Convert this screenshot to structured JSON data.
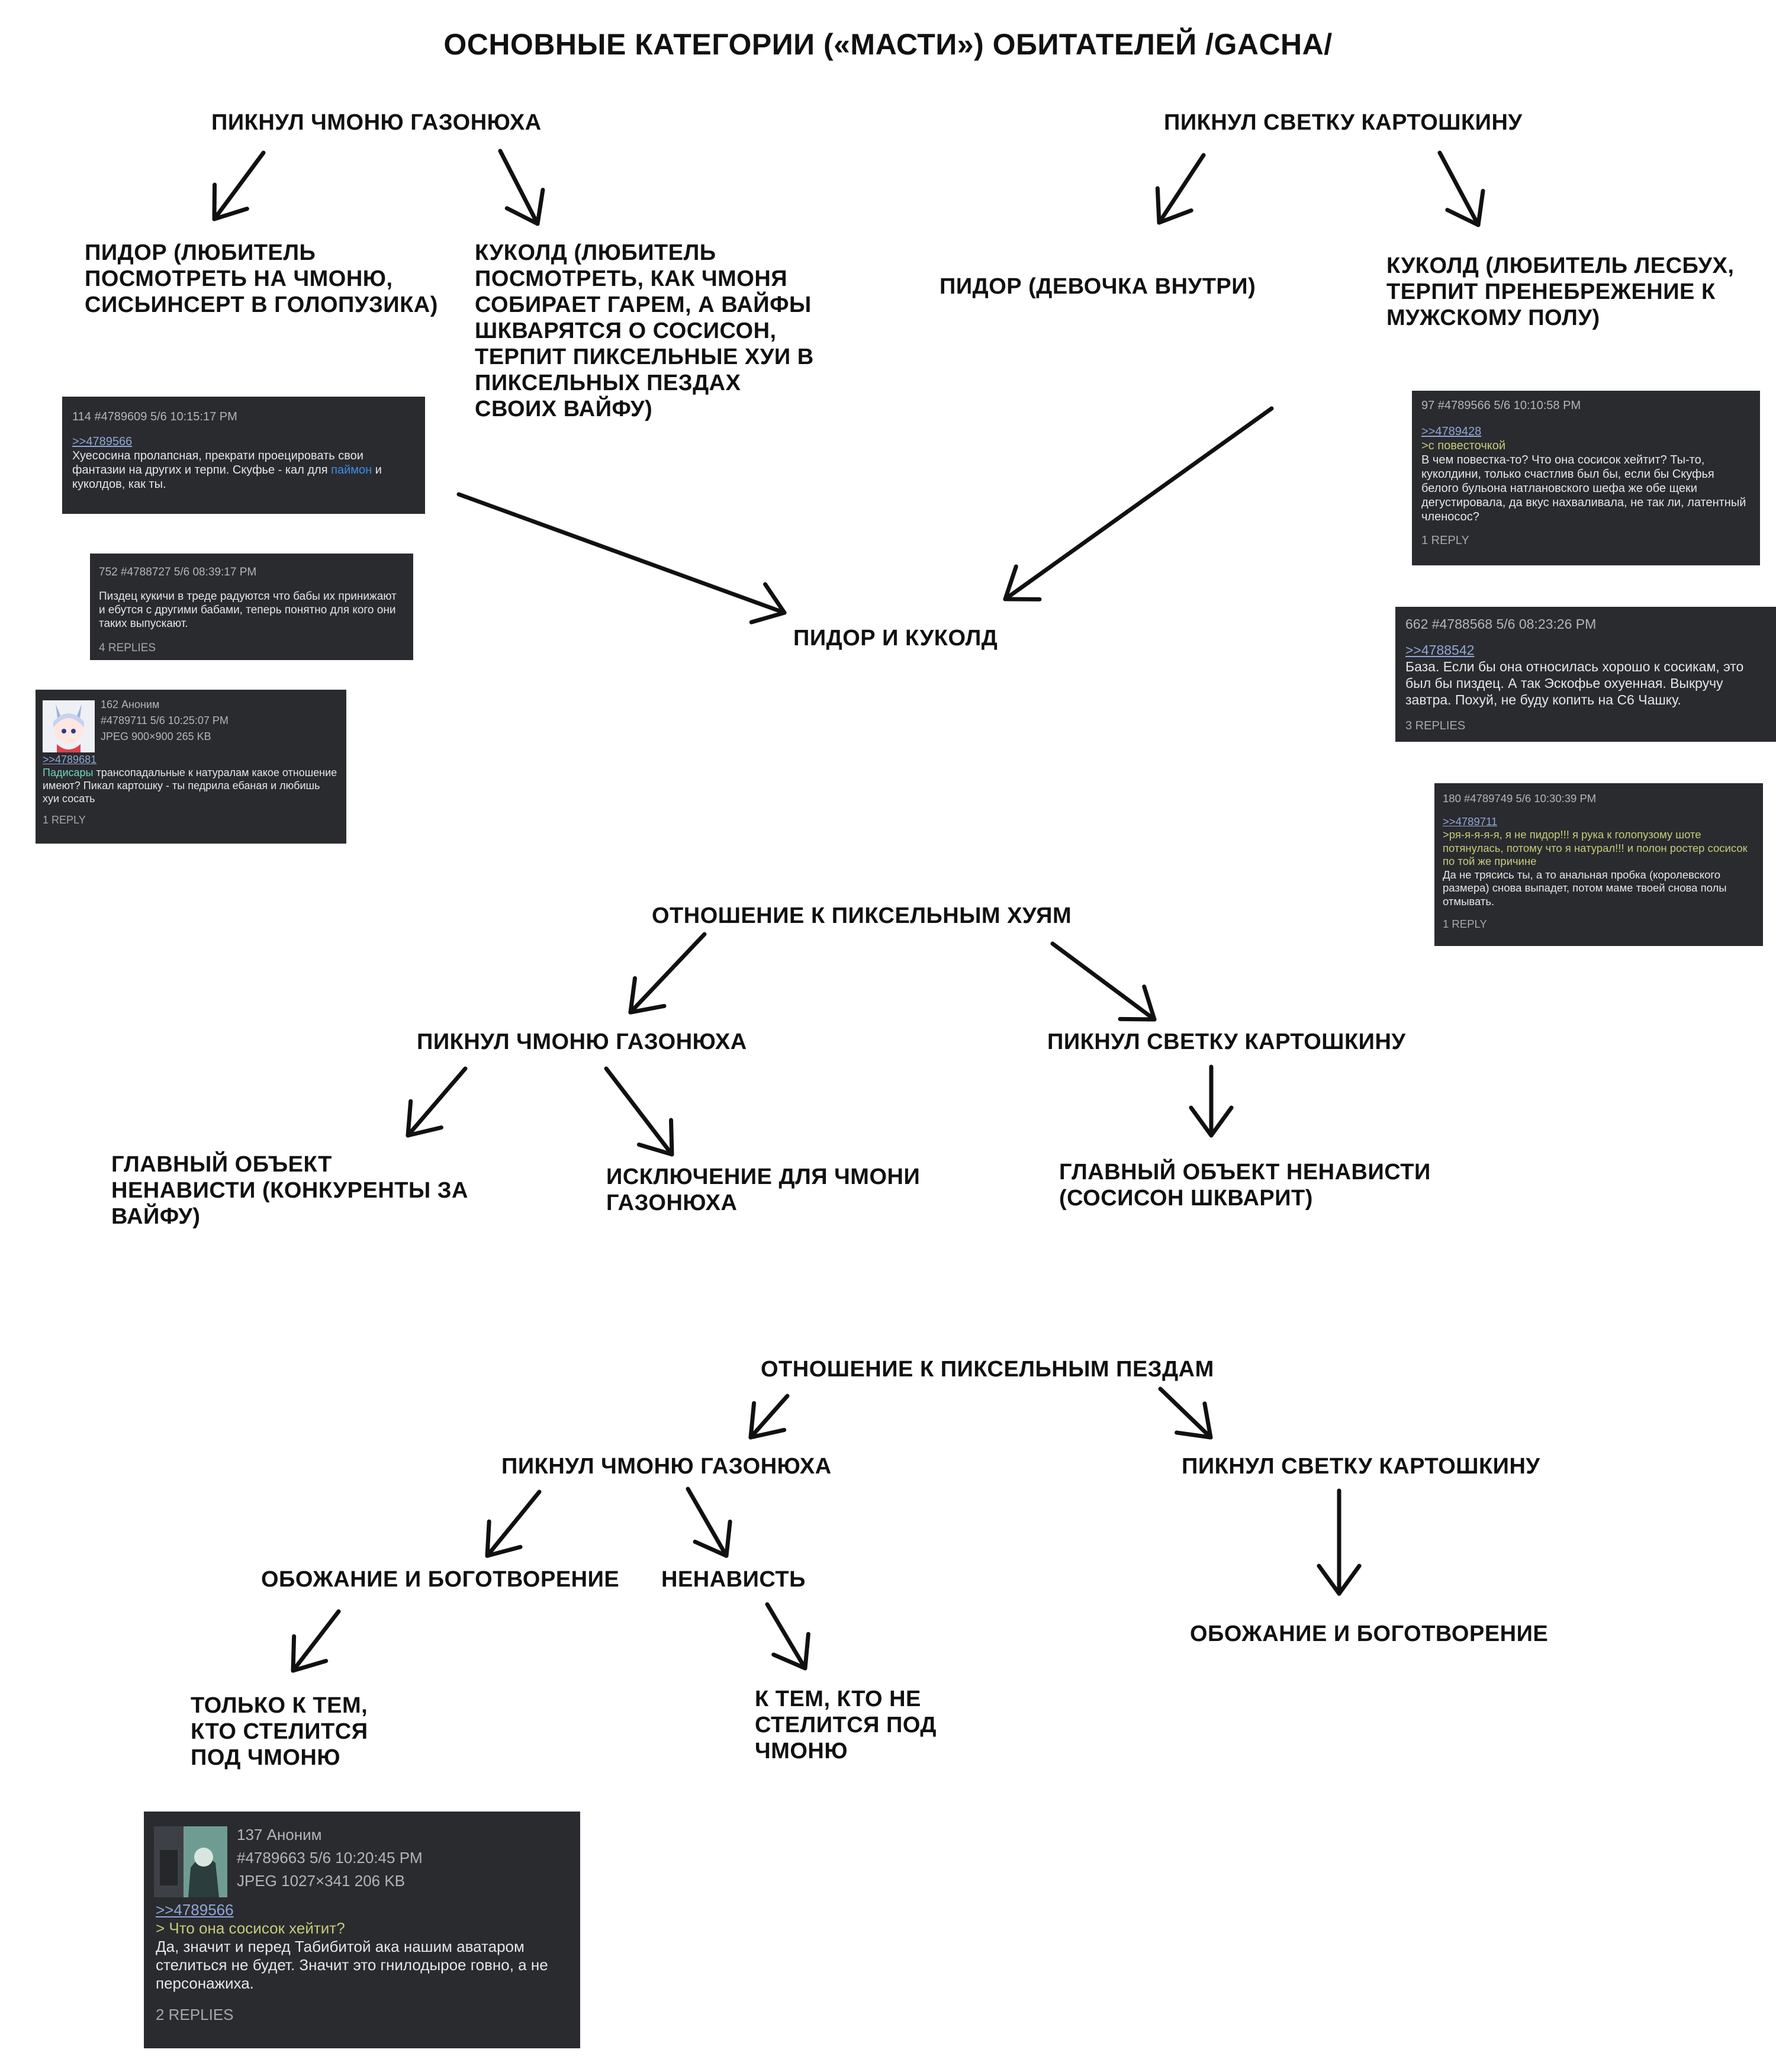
{
  "title": "ОСНОВНЫЕ КАТЕГОРИИ («МАСТИ») ОБИТАТЕЛЕЙ /GACHA/",
  "section1": {
    "left_head": "ПИКНУЛ ЧМОНЮ ГАЗОНЮХА",
    "right_head": "ПИКНУЛ СВЕТКУ КАРТОШКИНУ",
    "left_pidor": "ПИДОР (ЛЮБИТЕЛЬ ПОСМОТРЕТЬ НА ЧМОНЮ, СИСЬИНСЕРТ В ГОЛОПУЗИКА)",
    "left_cuck": "КУКОЛД (ЛЮБИТЕЛЬ ПОСМОТРЕТЬ, КАК ЧМОНЯ СОБИРАЕТ ГАРЕМ, А ВАЙФЫ ШКВАРЯТСЯ О СОСИСОН, ТЕРПИТ ПИКСЕЛЬНЫЕ ХУИ В ПИКСЕЛЬНЫХ ПЕЗДАХ СВОИХ ВАЙФУ)",
    "right_pidor": "ПИДОР (ДЕВОЧКА ВНУТРИ)",
    "right_cuck": "КУКОЛД (ЛЮБИТЕЛЬ ЛЕСБУХ, ТЕРПИТ ПРЕНЕБРЕЖЕНИЕ К МУЖСКОМУ ПОЛУ)",
    "center": "ПИДОР И КУКОЛД"
  },
  "section2": {
    "head": "ОТНОШЕНИЕ К ПИКСЕЛЬНЫМ ХУЯМ",
    "left": "ПИКНУЛ ЧМОНЮ ГАЗОНЮХА",
    "right": "ПИКНУЛ СВЕТКУ КАРТОШКИНУ",
    "ll": "ГЛАВНЫЙ ОБЪЕКТ НЕНАВИСТИ (КОНКУРЕНТЫ ЗА ВАЙФУ)",
    "lr": "ИСКЛЮЧЕНИЕ ДЛЯ ЧМОНИ ГАЗОНЮХА",
    "rr": "ГЛАВНЫЙ ОБЪЕКТ НЕНАВИСТИ (СОСИСОН ШКВАРИТ)"
  },
  "section3": {
    "head": "ОТНОШЕНИЕ К ПИКСЕЛЬНЫМ ПЕЗДАМ",
    "left": "ПИКНУЛ ЧМОНЮ ГАЗОНЮХА",
    "right": "ПИКНУЛ СВЕТКУ КАРТОШКИНУ",
    "adore": "ОБОЖАНИЕ И БОГОТВОРЕНИЕ",
    "hate": "НЕНАВИСТЬ",
    "only": "ТОЛЬКО К ТЕМ, КТО СТЕЛИТСЯ ПОД ЧМОНЮ",
    "those": "К ТЕМ, КТО НЕ СТЕЛИТСЯ ПОД ЧМОНЮ",
    "right_adore": "ОБОЖАНИЕ И БОГОТВОРЕНИЕ"
  },
  "posts": {
    "p1": {
      "header": "114 #4789609 5/6 10:15:17 PM",
      "link": ">>4789566",
      "body": "Хуесосина пролапсная, прекрати проецировать свои фантазии на других и терпи. Скуфье - кал для ",
      "highlight": "паймон",
      "body2": " и куколдов, как ты."
    },
    "p2": {
      "header": "752 #4788727 5/6 08:39:17 PM",
      "body": "Пиздец кукичи в треде радуются что бабы их принижают и ебутся с другими бабами, теперь понятно для кого они таких выпускают.",
      "replies": "4 REPLIES"
    },
    "p3": {
      "header1": "162 Аноним",
      "header2": "#4789711 5/6 10:25:07 PM",
      "header3": "JPEG 900×900 265 KB",
      "link": ">>4789681",
      "highlight": "Падисары",
      "body": " трансопадальные к натуралам какое отношение имеют? Пикал картошку - ты педрила ебаная и любишь хуи сосать",
      "replies": "1 REPLY"
    },
    "p4": {
      "header": "97 #4789566 5/6 10:10:58 PM",
      "link": ">>4789428",
      "greentext": ">с повесточкой",
      "body": "В чем повестка-то? Что она сосисок хейтит? Ты-то, куколдини, только счастлив был бы, если бы Скуфья белого бульона натлановского шефа же обе щеки дегустировала, да вкус нахваливала, не так ли, латентный членосос?",
      "replies": "1 REPLY"
    },
    "p5": {
      "header": "662 #4788568 5/6 08:23:26 PM",
      "link": ">>4788542",
      "body": "База. Если бы она относилась хорошо к сосикам, это был бы пиздец. А так Эскофье охуенная. Выкручу завтра. Похуй, не буду копить на С6 Чашку.",
      "replies": "3 REPLIES"
    },
    "p6": {
      "header": "180 #4789749 5/6 10:30:39 PM",
      "link": ">>4789711",
      "greentext": ">ря-я-я-я-я, я не пидор!!! я рука к голопузому шоте потянулась, потому что я натурал!!! и полон ростер сосисок по той же причине",
      "body": "Да не трясись ты, а то анальная пробка (королевского размера) снова выпадет, потом маме твоей снова полы отмывать.",
      "replies": "1 REPLY"
    },
    "p7": {
      "header1": "137 Аноним",
      "header2": "#4789663 5/6 10:20:45 PM",
      "header3": "JPEG 1027×341 206 KB",
      "link": ">>4789566",
      "greentext": "> Что она сосисок хейтит?",
      "body": "Да, значит и перед Табибитой ака нашим аватаром стелиться не будет. Значит это гнилодырое говно, а не персонажиха.",
      "replies": "2 REPLIES"
    }
  },
  "icons": {
    "arrow": "arrow-icon",
    "avatar": "anime-avatar-icon"
  },
  "colors": {
    "post_bg": "#2a2b2f",
    "link": "#8fa7d6",
    "greentext": "#c6cc78",
    "highlight_blue": "#3f8be8",
    "highlight_teal": "#6fd3c4"
  }
}
